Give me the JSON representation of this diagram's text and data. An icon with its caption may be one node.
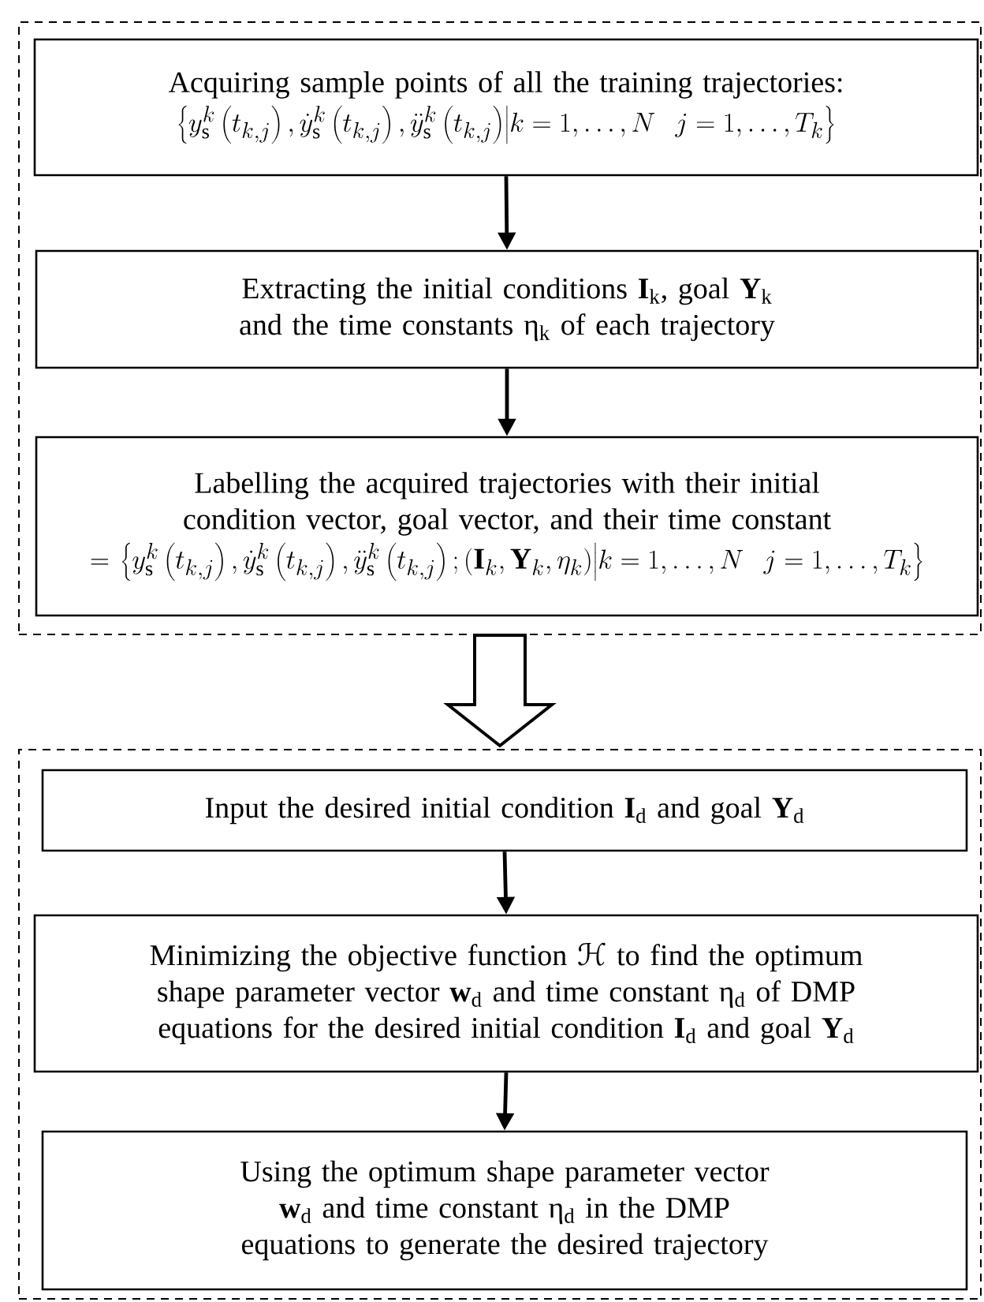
{
  "diagram": {
    "nodes": [
      {
        "text": [],
        "shape": "box"
      },
      {
        "text": [
          "Acquiring sample points of all the training trajectories:",
          "\\left\\{y_{\\mathrm{s}}^{k}\\left(t_{k,j}\\right), \\dot{y}_{\\mathrm{s}}^{k}\\left(t_{k,j}\\right), \\ddot{y}_{\\mathrm{s}}^{k}\\left(t_{k,j}\\right) \\middle| k = 1,\\dots,N\\ \\ j = 1,\\dots,T_{k}\\right\\}"
        ],
        "in": 0
      },
      {
        "text": [
          "Extracting the initial conditions **I**$_{k}$, goal **Y**$_{k}$ and the time constants η$_{k}$ of each trajectory"
        ],
        "in": 0
      },
      {
        "text": [
          "Labelling the acquired trajectories with their initial condition vector, goal vector, and their time constant",
          "= \\left\\{y_{\\mathrm{s}}^{k}\\left(t_{k,j}\\right), \\dot{y}_{\\mathrm{s}}^{k}\\left(t_{k,j}\\right), \\ddot{y}_{\\mathrm{s}}^{k}\\left(t_{k,j}\\right); \\left(\\mathbf{I}_{k}, \\mathbf{Y}_{k}, \\eta_{k}\\right) \\middle| k = 1,\\dots,N\\ \\ j = 1,\\dots,T_{k}\\right\\}"
        ],
        "in": 0
      },
      {
        "text": [],
        "shape": "box"
      },
      {
        "text": [
          "Input the desired initial condition **I**$_{d}$ and goal **Y**$_{d}$"
        ],
        "in": 4
      },
      {
        "text": [
          "Minimizing the objective function ℋ to find the optimum shape parameter vector **w**$_{d}$ and time constant η$_{d}$ of DMP equations for the desired initial condition **I**$_{d}$ and goal **Y**$_{d}$"
        ],
        "in": 4
      },
      {
        "text": [
          "Using the optimum shape parameter vector **w**$_{d}$ and time constant η$_{d}$ in the DMP equations to generate the desired trajectory"
        ],
        "in": 4
      }
    ],
    "edges": [
      {
        "from": 0,
        "to": 4,
        "arrow": "to",
        "style": "thick"
      },
      {
        "from": 1,
        "to": 2,
        "arrow": "to"
      },
      {
        "from": 2,
        "to": 3,
        "arrow": "to"
      },
      {
        "from": 5,
        "to": 6,
        "arrow": "to"
      },
      {
        "from": 6,
        "to": 7,
        "arrow": "to"
      }
    ]
  }
}
